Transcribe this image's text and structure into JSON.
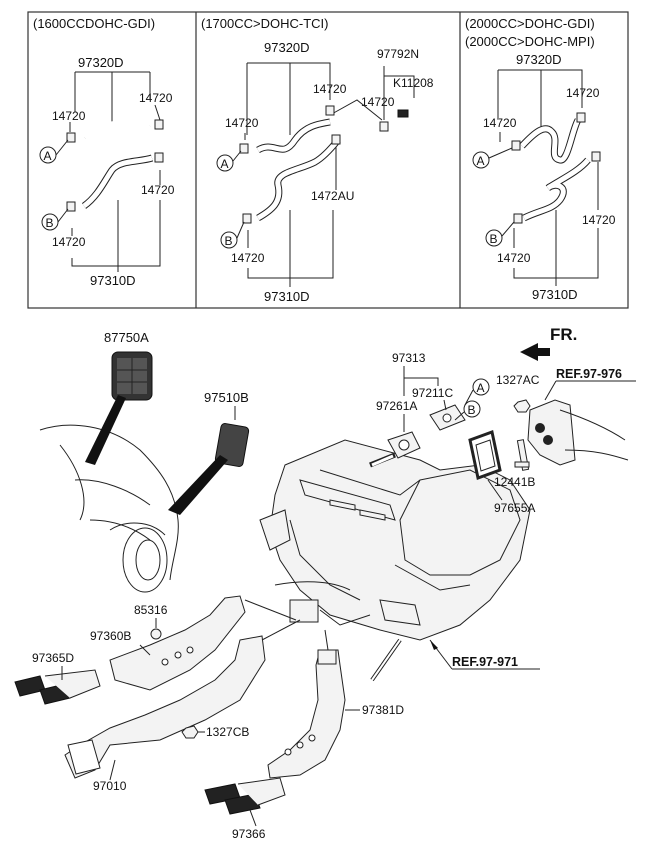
{
  "panels": [
    {
      "header": "(1600CCDOHC-GDI)",
      "callouts": [
        "97320D",
        "14720",
        "14720",
        "14720",
        "14720",
        "97310D"
      ],
      "circles": [
        "A",
        "B"
      ]
    },
    {
      "header": "(1700CC>DOHC-TCI)",
      "callouts": [
        "97320D",
        "97792N",
        "K11208",
        "14720",
        "14720",
        "14720",
        "1472AU",
        "14720",
        "97310D"
      ],
      "circles": [
        "A",
        "B"
      ]
    },
    {
      "header": [
        "(2000CC>DOHC-GDI)",
        "(2000CC>DOHC-MPI)"
      ],
      "callouts": [
        "97320D",
        "14720",
        "14720",
        "14720",
        "14720",
        "97310D"
      ],
      "circles": [
        "A",
        "B"
      ]
    }
  ],
  "main": {
    "direction_label": "FR.",
    "refs": [
      "REF.97-976",
      "REF.97-971"
    ],
    "callouts": {
      "p87750A": "87750A",
      "p97510B": "97510B",
      "p97313": "97313",
      "p97211C": "97211C",
      "p97261A": "97261A",
      "p1327AC": "1327AC",
      "p12441B": "12441B",
      "p97655A": "97655A",
      "p85316": "85316",
      "p97360B": "97360B",
      "p97365D": "97365D",
      "p1327CB": "1327CB",
      "p97010": "97010",
      "p97381D": "97381D",
      "p97366": "97366"
    },
    "circles": [
      "A",
      "B"
    ]
  }
}
